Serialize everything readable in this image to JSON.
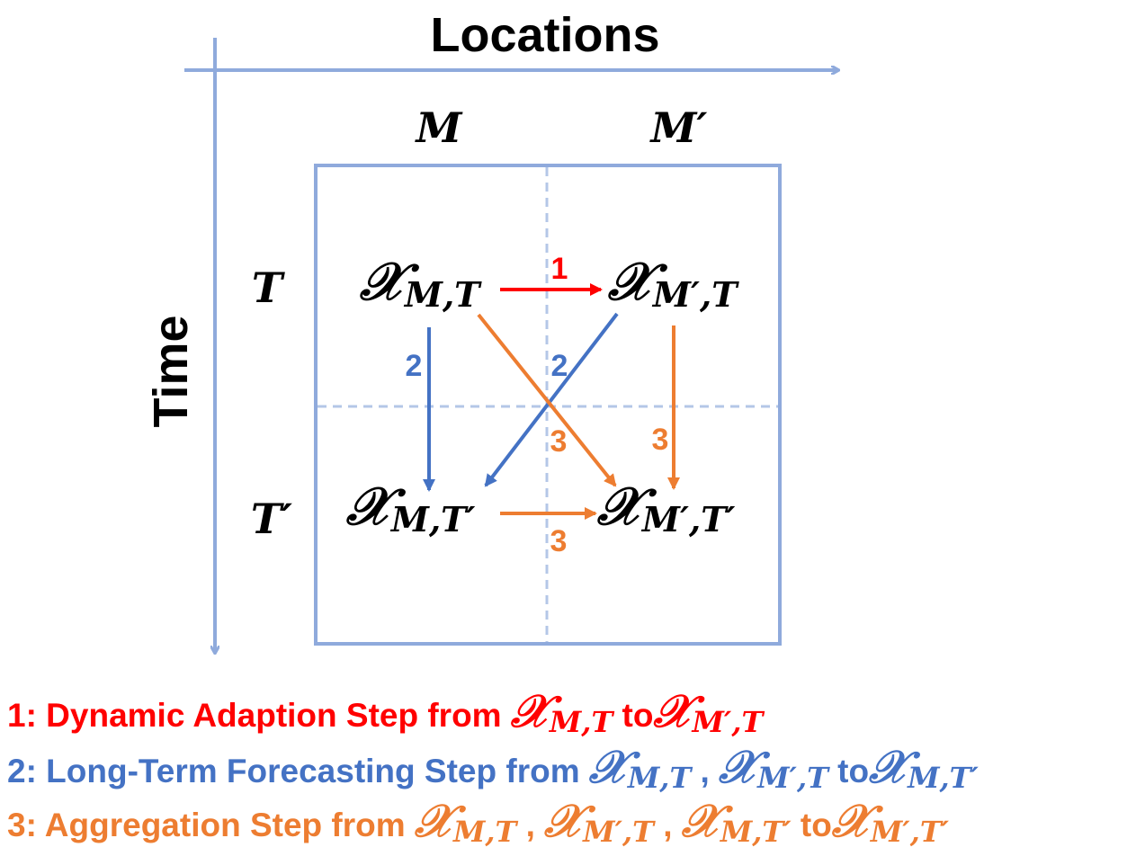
{
  "title": "Locations",
  "y_axis_label": "Time",
  "columns": [
    {
      "base": "M",
      "prime": ""
    },
    {
      "base": "M",
      "prime": "′"
    }
  ],
  "rows": [
    {
      "base": "T",
      "prime": ""
    },
    {
      "base": "T",
      "prime": "′"
    }
  ],
  "nodes": {
    "x_m_t": {
      "sym": "𝒳",
      "sub": "M,T"
    },
    "x_mp_t": {
      "sym": "𝒳",
      "sub": "M′,T"
    },
    "x_m_tp": {
      "sym": "𝒳",
      "sub": "M,T′"
    },
    "x_mp_tp": {
      "sym": "𝒳",
      "sub": "M′,T′"
    }
  },
  "arrow_labels": {
    "step1": "1",
    "step2_vertical": "2",
    "step2_diagonal": "2",
    "step3_diagonal": "3",
    "step3_vertical": "3",
    "step3_horizontal": "3"
  },
  "colors": {
    "axis": "#8faadc",
    "grid": "#8faadc",
    "grid_dashed": "#b4c7e7",
    "step1": "#ff0000",
    "step2": "#4472c4",
    "step3": "#ed7d31",
    "text": "#000000"
  },
  "legend": [
    {
      "prefix": "1: Dynamic Adaption Step from ",
      "from": [
        "M,T"
      ],
      "to": "M′,T",
      "connector": " to"
    },
    {
      "prefix": "2: Long-Term Forecasting Step from ",
      "from": [
        "M,T",
        "M′,T"
      ],
      "to": "M,T′",
      "connector": " to"
    },
    {
      "prefix": "3: Aggregation Step from ",
      "from": [
        "M,T",
        "M′,T",
        "M,T′"
      ],
      "to": "M′,T′",
      "connector": " to"
    }
  ],
  "legend_sym": "𝒳",
  "legend_sep": " , "
}
